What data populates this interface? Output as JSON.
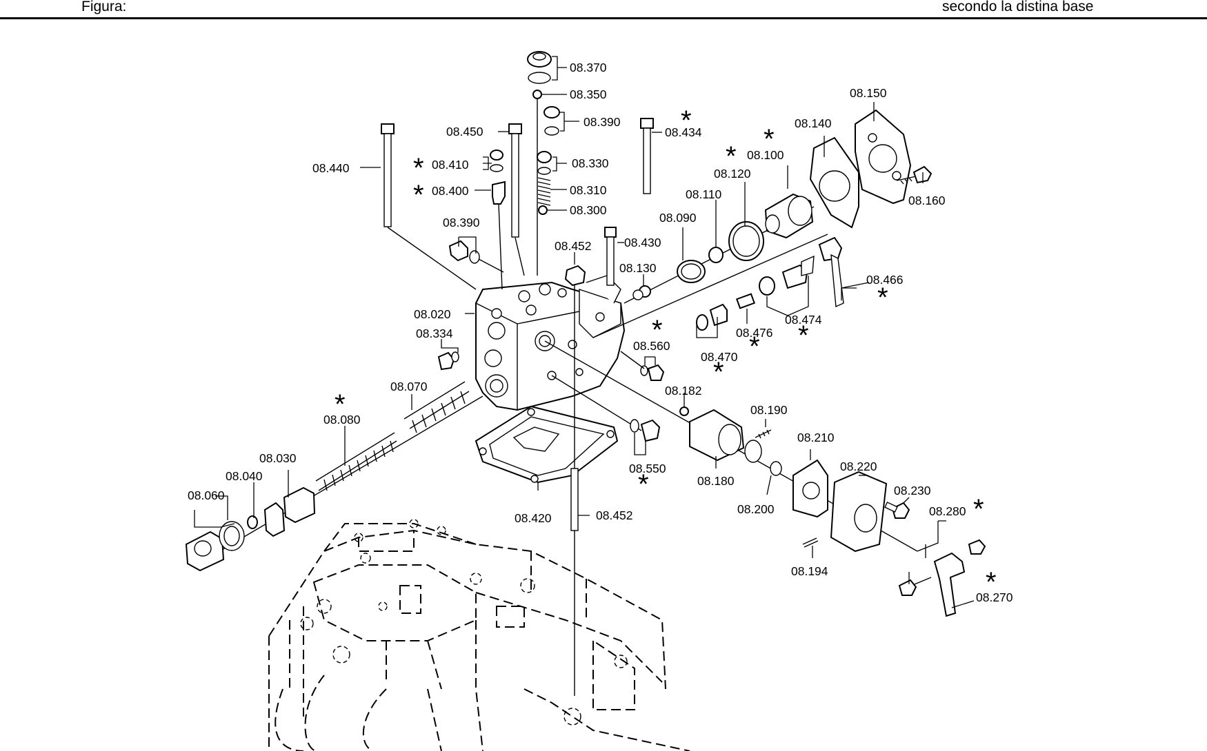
{
  "header": {
    "figure_label": "Figura:",
    "base_note": "secondo la distina base"
  },
  "labels": [
    "08.370",
    "08.350",
    "08.390",
    "08.434",
    "08.450",
    "08.410",
    "08.330",
    "08.440",
    "08.400",
    "08.310",
    "08.300",
    "08.150",
    "08.140",
    "08.100",
    "08.120",
    "08.110",
    "08.090",
    "08.160",
    "08.390",
    "08.430",
    "08.452",
    "08.130",
    "08.466",
    "08.474",
    "08.476",
    "08.020",
    "08.334",
    "08.560",
    "08.470",
    "08.182",
    "08.190",
    "08.070",
    "08.080",
    "08.210",
    "08.220",
    "08.230",
    "08.280",
    "08.030",
    "08.040",
    "08.060",
    "08.550",
    "08.180",
    "08.200",
    "08.420",
    "08.452",
    "08.194",
    "08.270"
  ],
  "stars": [
    "*",
    "*",
    "*",
    "*",
    "*",
    "*",
    "*",
    "*",
    "*",
    "*",
    "*",
    "*",
    "*",
    "*",
    "*"
  ]
}
